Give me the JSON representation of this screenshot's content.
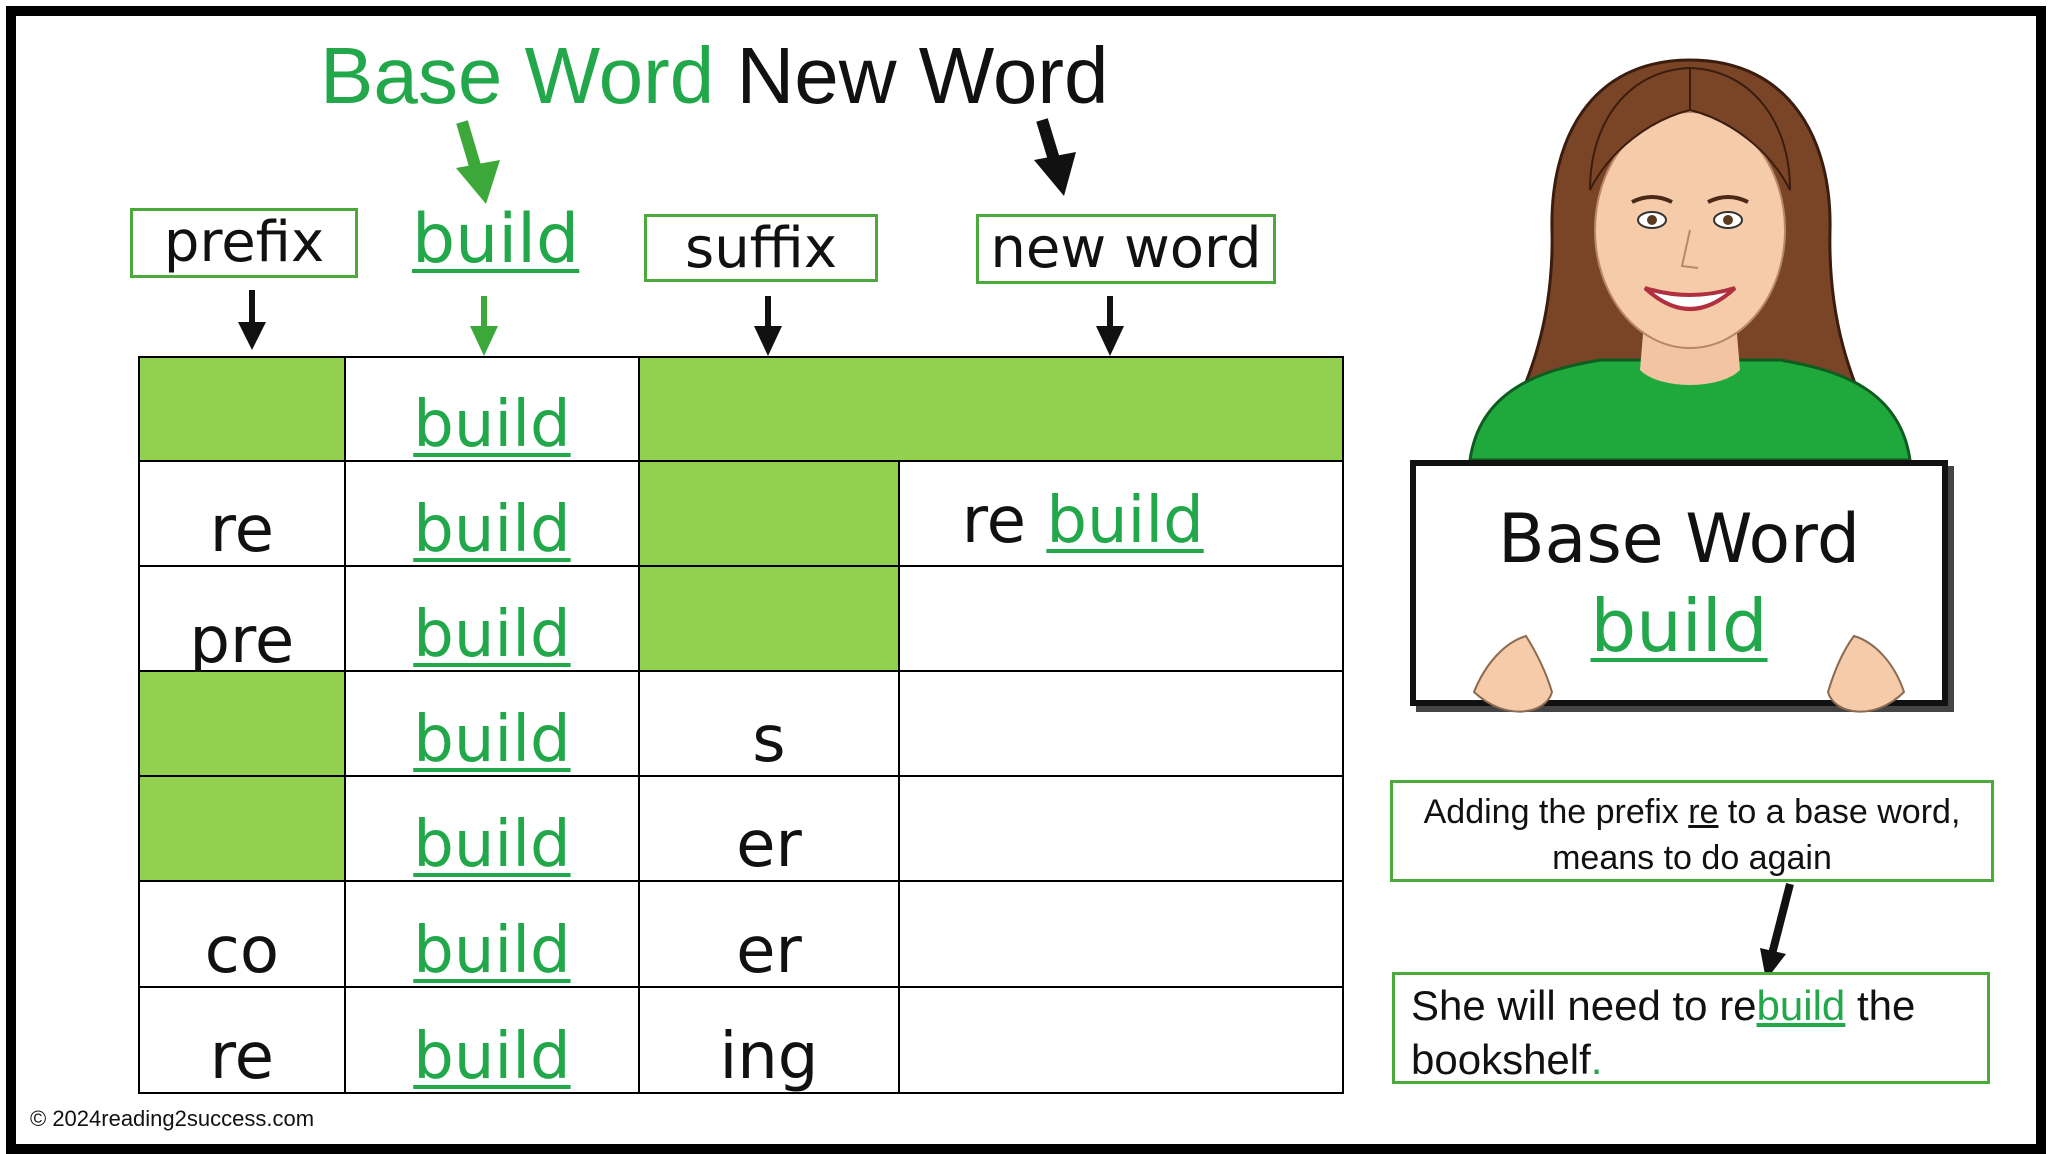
{
  "heading": {
    "part1": "Base Word",
    "part2": "New Word"
  },
  "headers": {
    "prefix": "prefix",
    "base": "build",
    "suffix": "suffix",
    "new_word": "new word"
  },
  "table": {
    "rows": [
      {
        "prefix": "",
        "base": "build",
        "suffix": "",
        "new_prefix": "",
        "new_base": ""
      },
      {
        "prefix": "re",
        "base": "build",
        "suffix": "",
        "new_prefix": "re",
        "new_base": "build"
      },
      {
        "prefix": "pre",
        "base": "build",
        "suffix": "",
        "new_prefix": "",
        "new_base": ""
      },
      {
        "prefix": "",
        "base": "build",
        "suffix": "s",
        "new_prefix": "",
        "new_base": ""
      },
      {
        "prefix": "",
        "base": "build",
        "suffix": "er",
        "new_prefix": "",
        "new_base": ""
      },
      {
        "prefix": "co",
        "base": "build",
        "suffix": "er",
        "new_prefix": "",
        "new_base": ""
      },
      {
        "prefix": "re",
        "base": "build",
        "suffix": "ing",
        "new_prefix": "",
        "new_base": ""
      }
    ]
  },
  "card": {
    "title": "Base Word",
    "word": "build"
  },
  "note1": {
    "before": "Adding the prefix ",
    "prefix": "re",
    "after": " to a base word,",
    "line2": "means to do again"
  },
  "note2": {
    "before": "She will need to re",
    "base": "build",
    "after": " the",
    "line2": "bookshelf",
    "period": "."
  },
  "footer": "© 2024reading2success.com",
  "colors": {
    "green_text": "#22a84a",
    "green_fill": "#92d050",
    "shirt": "#1fa83c",
    "hair": "#7a4426"
  }
}
